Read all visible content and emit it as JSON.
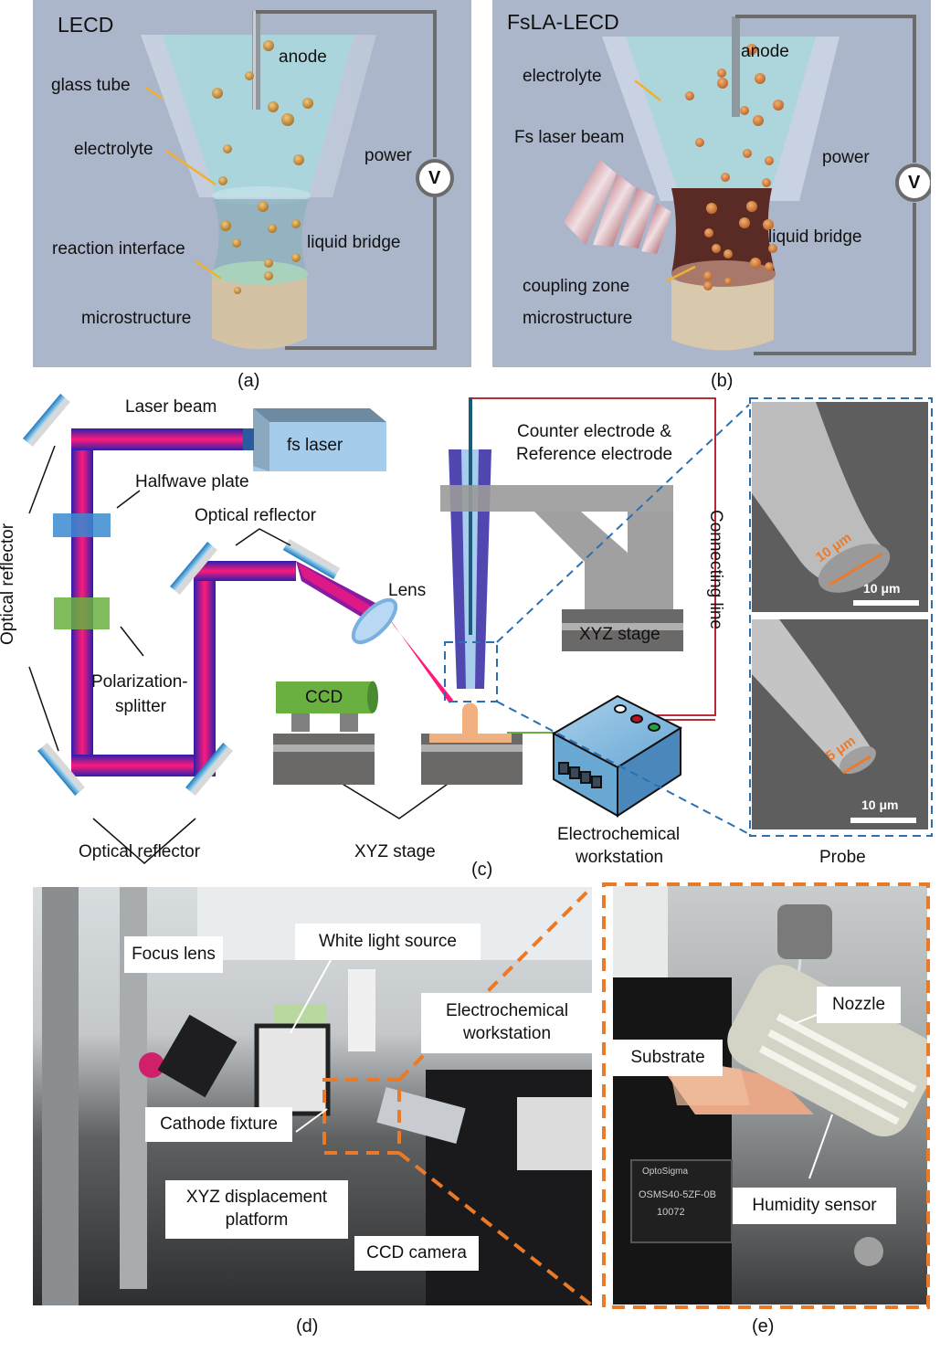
{
  "panel_a": {
    "title": "LECD",
    "labels": {
      "anode": "anode",
      "glass_tube": "glass tube",
      "electrolyte": "electrolyte",
      "power": "power",
      "voltmeter": "V",
      "liquid_bridge": "liquid bridge",
      "reaction_interface": "reaction interface",
      "microstructure": "microstructure"
    },
    "caption": "(a)"
  },
  "panel_b": {
    "title": "FsLA-LECD",
    "labels": {
      "anode": "anode",
      "electrolyte": "electrolyte",
      "fs_laser_beam": "Fs laser beam",
      "power": "power",
      "voltmeter": "V",
      "liquid_bridge": "liquid bridge",
      "coupling_zone": "coupling zone",
      "microstructure": "microstructure"
    },
    "caption": "(b)"
  },
  "panel_c": {
    "labels": {
      "laser_beam": "Laser beam",
      "fs_laser": "fs laser",
      "halfwave_plate": "Halfwave plate",
      "optical_reflector_top": "Optical reflector",
      "optical_reflector_left": "Optical reflector",
      "optical_reflector_bottom": "Optical reflector",
      "lens": "Lens",
      "polarization_splitter_1": "Polarization-",
      "polarization_splitter_2": "splitter",
      "ccd": "CCD",
      "xyz_stage_bottom": "XYZ stage",
      "xyz_stage_top": "XYZ stage",
      "counter_electrode_1": "Counter electrode &",
      "counter_electrode_2": "Reference electrode",
      "connecting_line": "Connecting line",
      "electrochemical_1": "Electrochemical",
      "electrochemical_2": "workstation",
      "probe": "Probe",
      "sem_dim_1": "10 μm",
      "sem_scale_1": "10 μm",
      "sem_dim_2": "5 μm",
      "sem_scale_2": "10 μm"
    },
    "caption": "(c)"
  },
  "panel_d": {
    "labels": {
      "focus_lens": "Focus lens",
      "white_light_source": "White light source",
      "electrochemical_1": "Electrochemical",
      "electrochemical_2": "workstation",
      "cathode_fixture": "Cathode fixture",
      "xyz_platform_1": "XYZ displacement",
      "xyz_platform_2": "platform",
      "ccd_camera": "CCD camera"
    },
    "caption": "(d)"
  },
  "panel_e": {
    "labels": {
      "nozzle": "Nozzle",
      "substrate": "Substrate",
      "humidity_sensor": "Humidity sensor",
      "stage_label_brand": "OptoSigma",
      "stage_label_model": "OSMS40-5ZF-0B",
      "stage_label_serial": "10072"
    },
    "caption": "(e)"
  },
  "colors": {
    "panel_bg": "#abb6ca",
    "electrolyte": "#a9d6dc",
    "particle": "#c8964a",
    "bridge_dark": "#5a2a24",
    "beam_blue": "#2a1fb0",
    "beam_pink": "#ff1a7a",
    "orange_dash": "#e87a2a",
    "blue_dash": "#2a6fb0",
    "connecting_red": "#b01020"
  }
}
